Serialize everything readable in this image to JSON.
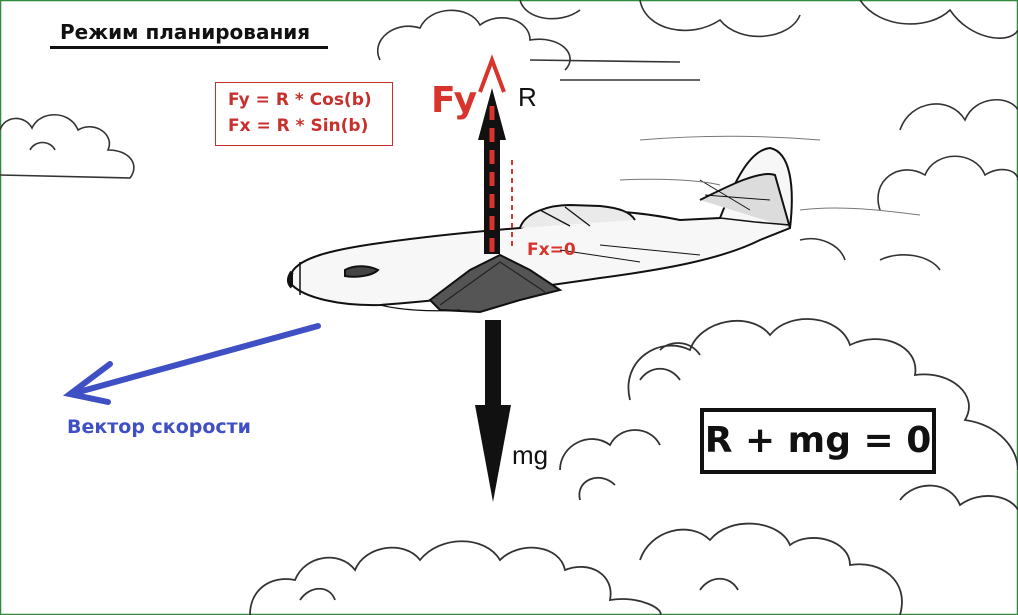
{
  "title": "Режим планирования",
  "formulas": {
    "fy": "Fy = R * Cos(b)",
    "fx": "Fx = R * Sin(b)"
  },
  "labels": {
    "fy": "Fy",
    "r": "R",
    "fx_zero": "Fx=0",
    "mg": "mg"
  },
  "velocity_label": "Вектор скорости",
  "equation": "R + mg = 0",
  "colors": {
    "red": "#d9342b",
    "blue": "#3f4fc4",
    "black": "#111111",
    "green_border": "#2e8b3e"
  }
}
